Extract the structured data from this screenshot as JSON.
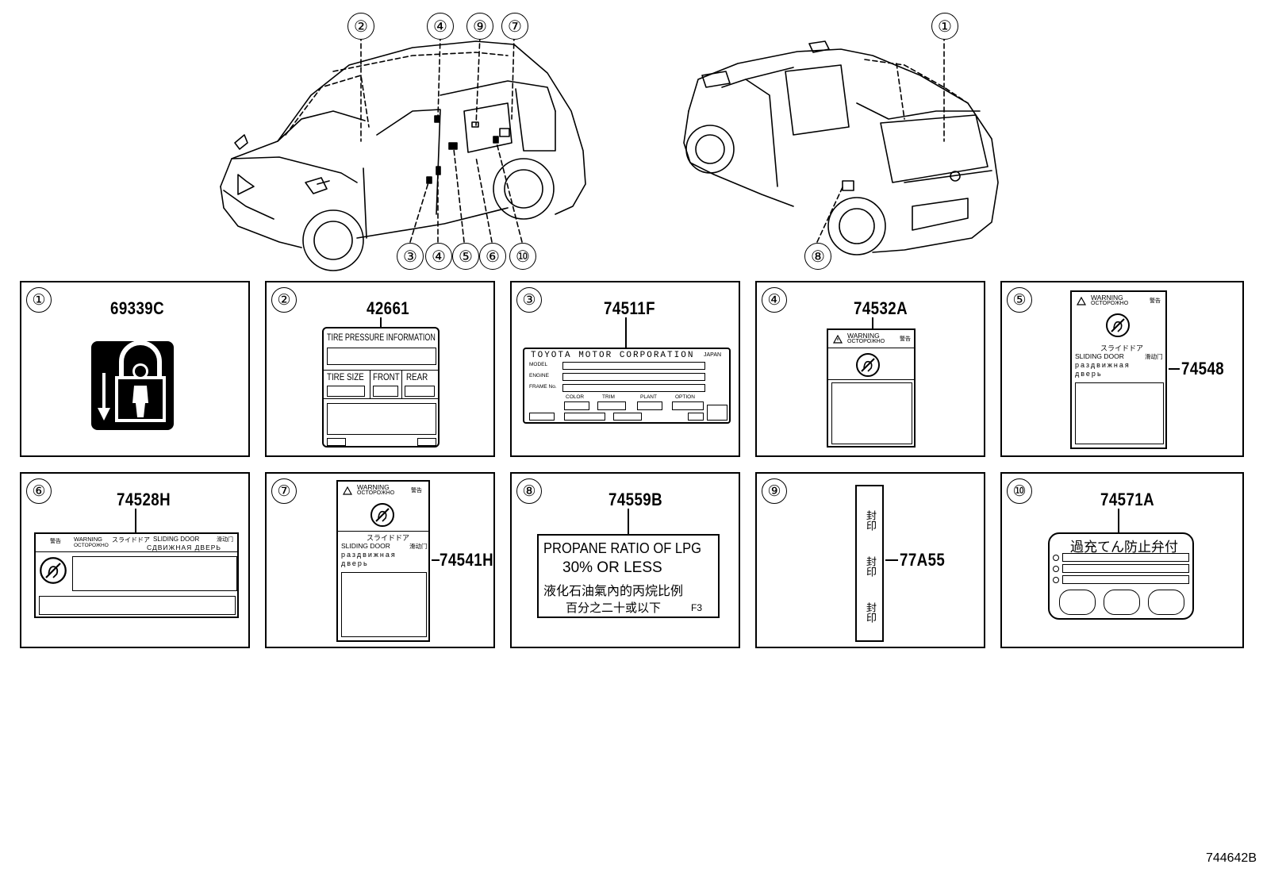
{
  "diagram_ref": "744642B",
  "callouts": {
    "c1": "①",
    "c2": "②",
    "c3": "③",
    "c4a": "④",
    "c4b": "④",
    "c5": "⑤",
    "c6": "⑥",
    "c7": "⑦",
    "c8": "⑧",
    "c9": "⑨",
    "c10": "⑩"
  },
  "panels": [
    {
      "num": "①",
      "part": "69339C"
    },
    {
      "num": "②",
      "part": "42661"
    },
    {
      "num": "③",
      "part": "74511F"
    },
    {
      "num": "④",
      "part": "74532A"
    },
    {
      "num": "⑤",
      "part": "74548"
    },
    {
      "num": "⑥",
      "part": "74528H"
    },
    {
      "num": "⑦",
      "part": "74541H"
    },
    {
      "num": "⑧",
      "part": "74559B"
    },
    {
      "num": "⑨",
      "part": "77A55"
    },
    {
      "num": "⑩",
      "part": "74571A"
    }
  ],
  "labels": {
    "tire": {
      "title": "TIRE PRESSURE INFORMATION",
      "size": "TIRE SIZE",
      "front": "FRONT",
      "rear": "REAR"
    },
    "vin": {
      "maker": "TOYOTA MOTOR CORPORATION",
      "country": "JAPAN",
      "model": "MODEL",
      "engine": "ENGINE",
      "frame": "FRAME No.",
      "color": "COLOR",
      "trim": "TRIM",
      "plant": "PLANT",
      "option": "OPTION"
    },
    "warning": {
      "en": "WARNING",
      "ru": "OCTOPOЖHO",
      "cn": "警告"
    },
    "slide": {
      "jp": "スライドドア",
      "en": "SLIDING DOOR",
      "cn": "滑动门",
      "ru1": "раздвижная",
      "ru2": "дверь",
      "ru_one": "СДВИЖНАЯ ДВЕРЬ"
    },
    "lpg": {
      "l1": "PROPANE RATIO OF LPG",
      "l2": "30% OR LESS",
      "l3": "液化石油氣內的丙烷比例",
      "l4": "百分之二十或以下",
      "code": "F3"
    },
    "seal": {
      "t1": "封印",
      "t2": "封印",
      "t3": "封印"
    },
    "valve": {
      "title": "過充てん防止弁付"
    }
  }
}
